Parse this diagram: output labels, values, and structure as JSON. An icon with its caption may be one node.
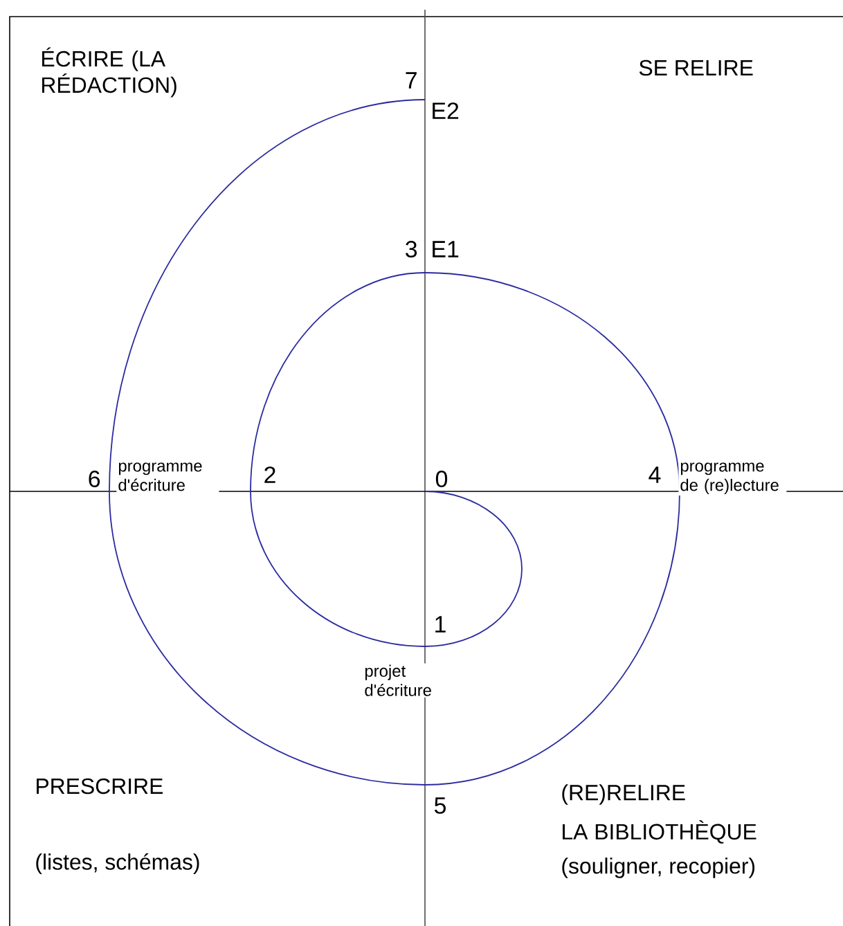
{
  "diagram": {
    "labels": [
      "ÉCRIRE (LA RÉDACTION)",
      "SE RELIRE",
      "7",
      "E2",
      "3",
      "E1",
      "6",
      "programme d'écriture",
      "2",
      "0",
      "4",
      "programme de (re)lecture",
      "1",
      "projet d'écriture",
      "PRESCRIRE",
      "5",
      "(RE)RELIRE",
      "LA BIBLIOTHÈQUE",
      "(listes, schémas)",
      "(souligner, recopier)"
    ]
  }
}
